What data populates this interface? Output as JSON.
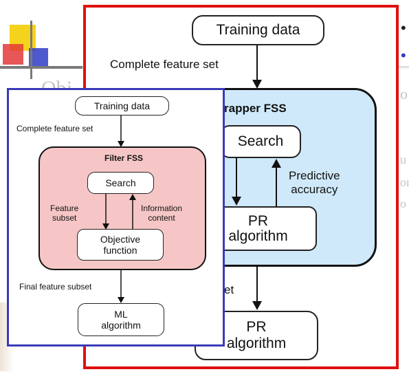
{
  "slide_background": {
    "title_fragment": "Obj",
    "right_fragments": [
      "o",
      "u",
      "or",
      "o"
    ],
    "bullet_glyph": "•"
  },
  "wrapper_diagram": {
    "training_data": "Training data",
    "complete_feature_set": "Complete feature set",
    "container_title": "rapper FSS",
    "search": "Search",
    "predictive_accuracy_line1": "Predictive",
    "predictive_accuracy_line2": "accuracy",
    "pr_algorithm_line1": "PR",
    "pr_algorithm_line2": "algorithm",
    "final_label_fragment": "et",
    "bottom_pr_line1": "PR",
    "bottom_pr_line2": "algorithm"
  },
  "filter_diagram": {
    "training_data": "Training data",
    "complete_feature_set": "Complete feature set",
    "container_title": "Filter FSS",
    "search": "Search",
    "feature_subset_line1": "Feature",
    "feature_subset_line2": "subset",
    "information_content_line1": "Information",
    "information_content_line2": "content",
    "objective_function_line1": "Objective",
    "objective_function_line2": "function",
    "final_feature_subset": "Final feature subset",
    "ml_algorithm_line1": "ML",
    "ml_algorithm_line2": "algorithm"
  },
  "colors": {
    "wrapper_border": "#e01010",
    "wrapper_fill": "#cfe9fa",
    "filter_border": "#3a3ab8",
    "filter_fill": "#f6c6c6",
    "logo_yellow": "#f5d21c",
    "logo_red": "#e43a3a",
    "logo_blue": "#2f3cc8"
  }
}
